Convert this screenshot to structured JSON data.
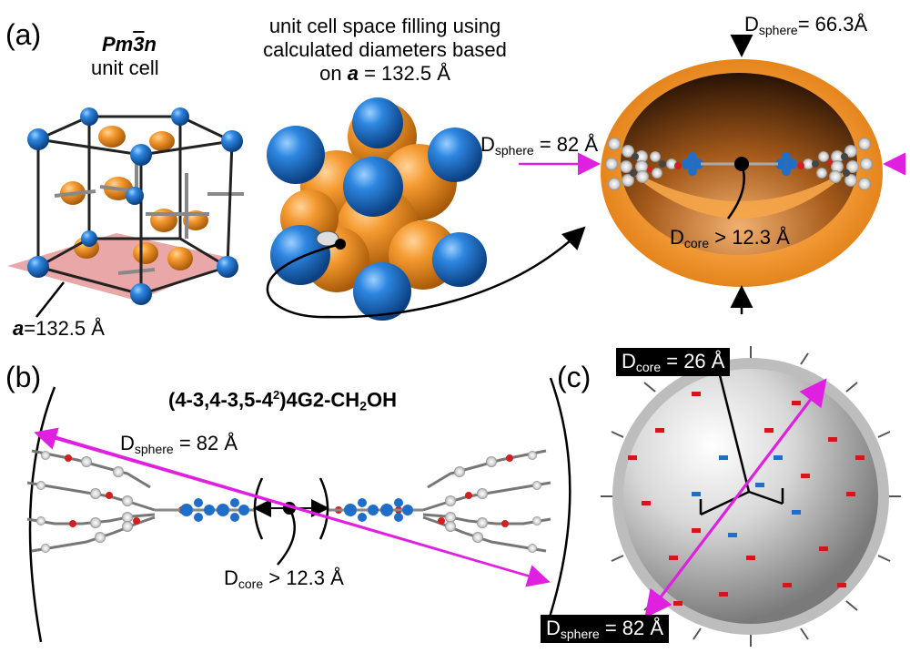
{
  "panels": {
    "a": "(a)",
    "b": "(b)",
    "c": "(c)"
  },
  "unit_cell": {
    "space_group_pre": "Pm",
    "space_group_bar": "3",
    "space_group_post": "n",
    "title": "unit cell",
    "lattice_symbol": "a",
    "lattice_value": "=132.5 Å"
  },
  "space_filling": {
    "line1": "unit cell space filling using",
    "line2": "calculated diameters based",
    "line3_pre": "on ",
    "line3_sym": "a",
    "line3_post": " = 132.5 Å"
  },
  "sphere_a": {
    "top_label_D": "D",
    "top_label_sub": "sphere",
    "top_label_val": "= 66.3Å",
    "side_label_D": "D",
    "side_label_sub": "sphere",
    "side_label_val": " = 82 Å",
    "core_D": "D",
    "core_sub": "core",
    "core_val": " > 12.3 Å"
  },
  "panel_b": {
    "formula_1": "(4-3,4-3,5-4",
    "formula_sup": "2",
    "formula_2": ")4G2-CH",
    "formula_sub": "2",
    "formula_3": "OH",
    "sphere_D": "D",
    "sphere_sub": "sphere",
    "sphere_val": " = 82 Å",
    "core_D": "D",
    "core_sub": "core",
    "core_val": " > 12.3 Å"
  },
  "panel_c": {
    "core_D": "D",
    "core_sub": "core",
    "core_val": " = 26 Å",
    "sphere_D": "D",
    "sphere_sub": "sphere",
    "sphere_val": " = 82 Å"
  },
  "colors": {
    "blue": "#1f6fc8",
    "orange": "#f0901f",
    "magenta": "#e020e0",
    "red": "#d02020",
    "gray": "#8a8a8a"
  }
}
